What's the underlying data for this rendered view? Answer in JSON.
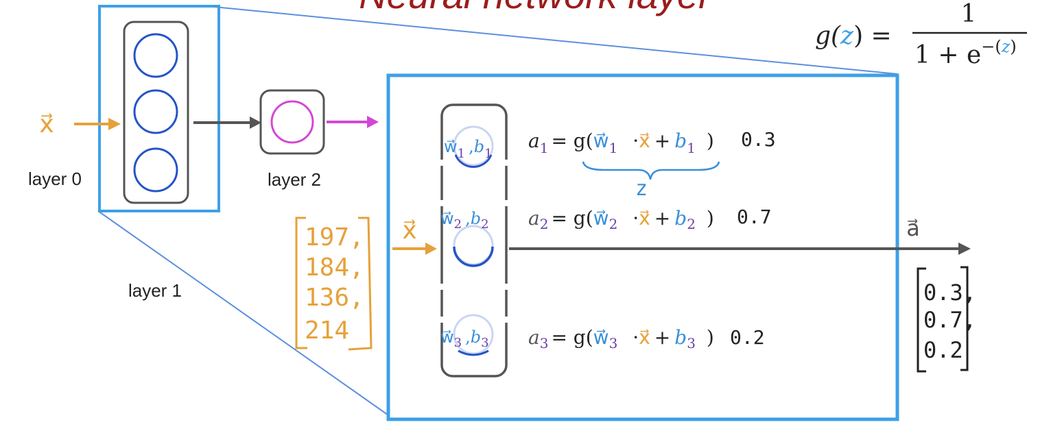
{
  "title": "Neural network layer",
  "colors": {
    "blue_frame": "#3ea0e6",
    "neuron_blue": "#2454c8",
    "magenta": "#d447d4",
    "orange": "#e6a13a",
    "dark_gray": "#555555",
    "title_red": "#9b1c1c",
    "purple": "#6b3ea8",
    "sky": "#3a8fd8",
    "text": "#222222"
  },
  "network": {
    "input_label": "x⃗",
    "layer0_label": "layer 0",
    "layer1_label": "layer 1",
    "layer2_label": "layer 2"
  },
  "sigmoid": {
    "lhs": "g(",
    "z": "z",
    "rhs_close": ") =",
    "numerator": "1",
    "denominator_base": "1 + e",
    "exp_minus": "−(",
    "exp_z": "z",
    "exp_close": ")"
  },
  "detail": {
    "input_vector": [
      "197,",
      "184,",
      "136,",
      "214"
    ],
    "input_x": "x⃗",
    "output_label": "a⃗",
    "output_vector": [
      "0.3,",
      "0.7,",
      "0.2"
    ],
    "z_label": "z",
    "neurons": [
      {
        "params_w": "w⃗",
        "params_w_sub": "1",
        "params_sep": ",",
        "params_b": "b",
        "params_b_sub": "1",
        "eq_a": "a",
        "eq_a_sub": "1",
        "eq_mid": "= g(",
        "eq_w": "w⃗",
        "eq_w_sub": "1",
        "eq_dot": "·",
        "eq_x": "x⃗",
        "eq_plus": "+",
        "eq_b": "b",
        "eq_b_sub": "1",
        "eq_close": ")",
        "value": "0.3"
      },
      {
        "params_w": "w⃗",
        "params_w_sub": "2",
        "params_sep": ",",
        "params_b": "b",
        "params_b_sub": "2",
        "eq_a": "a",
        "eq_a_sub": "2",
        "eq_mid": "= g(",
        "eq_w": "w⃗",
        "eq_w_sub": "2",
        "eq_dot": "·",
        "eq_x": "x⃗",
        "eq_plus": "+",
        "eq_b": "b",
        "eq_b_sub": "2",
        "eq_close": ")",
        "value": "0.7"
      },
      {
        "params_w": "w⃗",
        "params_w_sub": "3",
        "params_sep": ",",
        "params_b": "b",
        "params_b_sub": "3",
        "eq_a": "a",
        "eq_a_sub": "3",
        "eq_mid": "= g(",
        "eq_w": "w⃗",
        "eq_w_sub": "3",
        "eq_dot": "·",
        "eq_x": "x⃗",
        "eq_plus": "+",
        "eq_b": "b",
        "eq_b_sub": "3",
        "eq_close": ")",
        "value": "0.2"
      }
    ]
  }
}
